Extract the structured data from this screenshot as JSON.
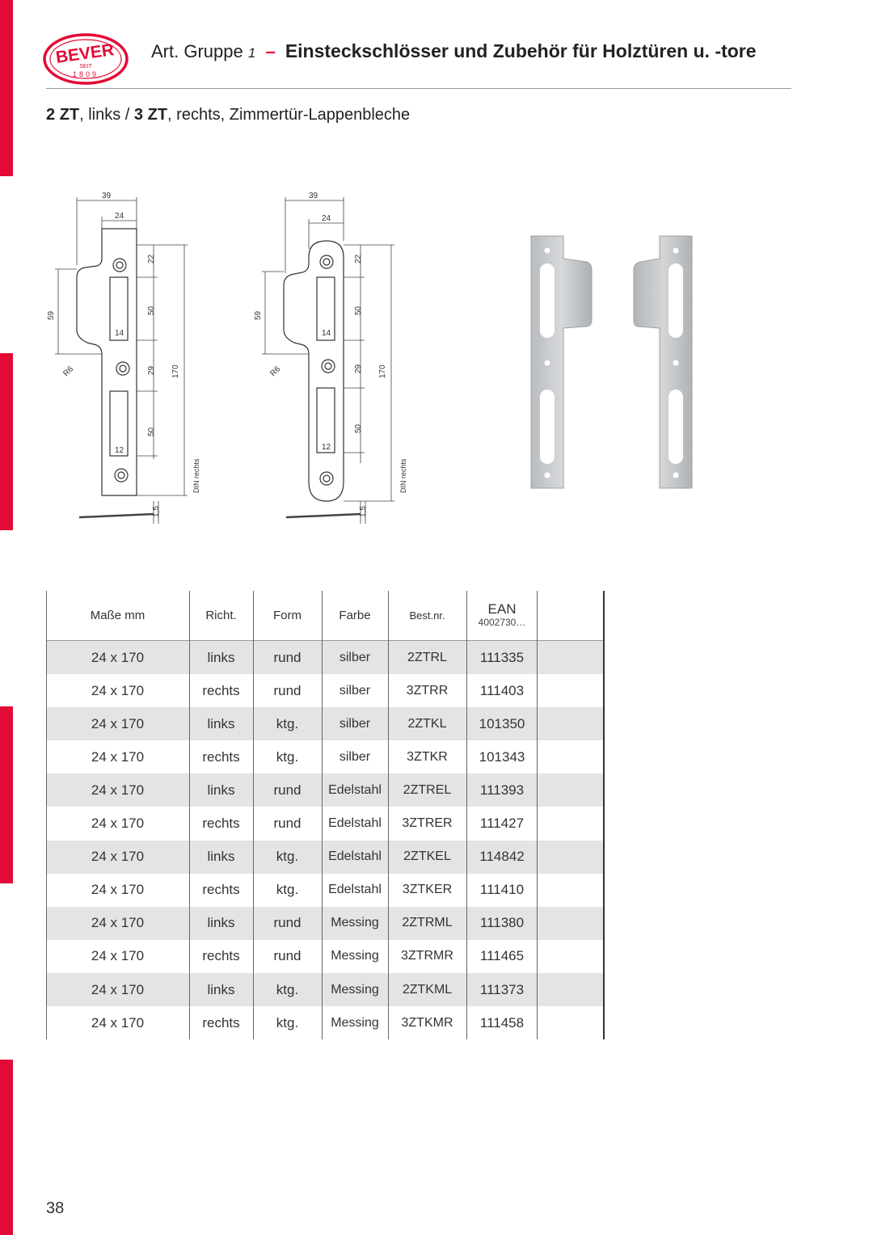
{
  "brand": {
    "name": "BEVER",
    "since_label": "SEIT",
    "year": "1809",
    "red": "#e30a35"
  },
  "header": {
    "group_label": "Art. Gruppe",
    "group_number": "1",
    "separator": "–",
    "title": "Einsteckschlösser und Zubehör für Holztüren u. -tore"
  },
  "subtitle": {
    "part1_num": "2",
    "part1_code": "ZT",
    "part1_text": ", links / ",
    "part2_num": "3",
    "part2_code": "ZT",
    "part2_text": ", rechts, Zimmertür-Lappenbleche"
  },
  "drawing": {
    "dims": {
      "width_total": "39",
      "width_inner": "24",
      "top": "22",
      "slot1": "50",
      "mid": "29",
      "slot2": "50",
      "total": "170",
      "lap": "59",
      "slot_w1": "14",
      "slot_w2": "12",
      "radius": "R6",
      "thickness": "1,5"
    },
    "din_label": "DIN rechts"
  },
  "table": {
    "headers": {
      "masse": "Maße mm",
      "richt": "Richt.",
      "form": "Form",
      "farbe": "Farbe",
      "bestnr": "Best.nr.",
      "ean": "EAN",
      "ean_prefix": "4002730…"
    },
    "rows": [
      {
        "masse": "24 x 170",
        "richt": "links",
        "form": "rund",
        "farbe": "silber",
        "bestnr": "2ZTRL",
        "ean": "111335"
      },
      {
        "masse": "24 x 170",
        "richt": "rechts",
        "form": "rund",
        "farbe": "silber",
        "bestnr": "3ZTRR",
        "ean": "111403"
      },
      {
        "masse": "24 x 170",
        "richt": "links",
        "form": "ktg.",
        "farbe": "silber",
        "bestnr": "2ZTKL",
        "ean": "101350"
      },
      {
        "masse": "24 x 170",
        "richt": "rechts",
        "form": "ktg.",
        "farbe": "silber",
        "bestnr": "3ZTKR",
        "ean": "101343"
      },
      {
        "masse": "24 x 170",
        "richt": "links",
        "form": "rund",
        "farbe": "Edelstahl",
        "bestnr": "2ZTREL",
        "ean": "111393"
      },
      {
        "masse": "24 x 170",
        "richt": "rechts",
        "form": "rund",
        "farbe": "Edelstahl",
        "bestnr": "3ZTRER",
        "ean": "111427"
      },
      {
        "masse": "24 x 170",
        "richt": "links",
        "form": "ktg.",
        "farbe": "Edelstahl",
        "bestnr": "2ZTKEL",
        "ean": "114842"
      },
      {
        "masse": "24 x 170",
        "richt": "rechts",
        "form": "ktg.",
        "farbe": "Edelstahl",
        "bestnr": "3ZTKER",
        "ean": "111410"
      },
      {
        "masse": "24 x 170",
        "richt": "links",
        "form": "rund",
        "farbe": "Messing",
        "bestnr": "2ZTRML",
        "ean": "111380"
      },
      {
        "masse": "24 x 170",
        "richt": "rechts",
        "form": "rund",
        "farbe": "Messing",
        "bestnr": "3ZTRMR",
        "ean": "111465"
      },
      {
        "masse": "24 x 170",
        "richt": "links",
        "form": "ktg.",
        "farbe": "Messing",
        "bestnr": "2ZTKML",
        "ean": "111373"
      },
      {
        "masse": "24 x 170",
        "richt": "rechts",
        "form": "ktg.",
        "farbe": "Messing",
        "bestnr": "3ZTKMR",
        "ean": "111458"
      }
    ]
  },
  "page_number": "38"
}
